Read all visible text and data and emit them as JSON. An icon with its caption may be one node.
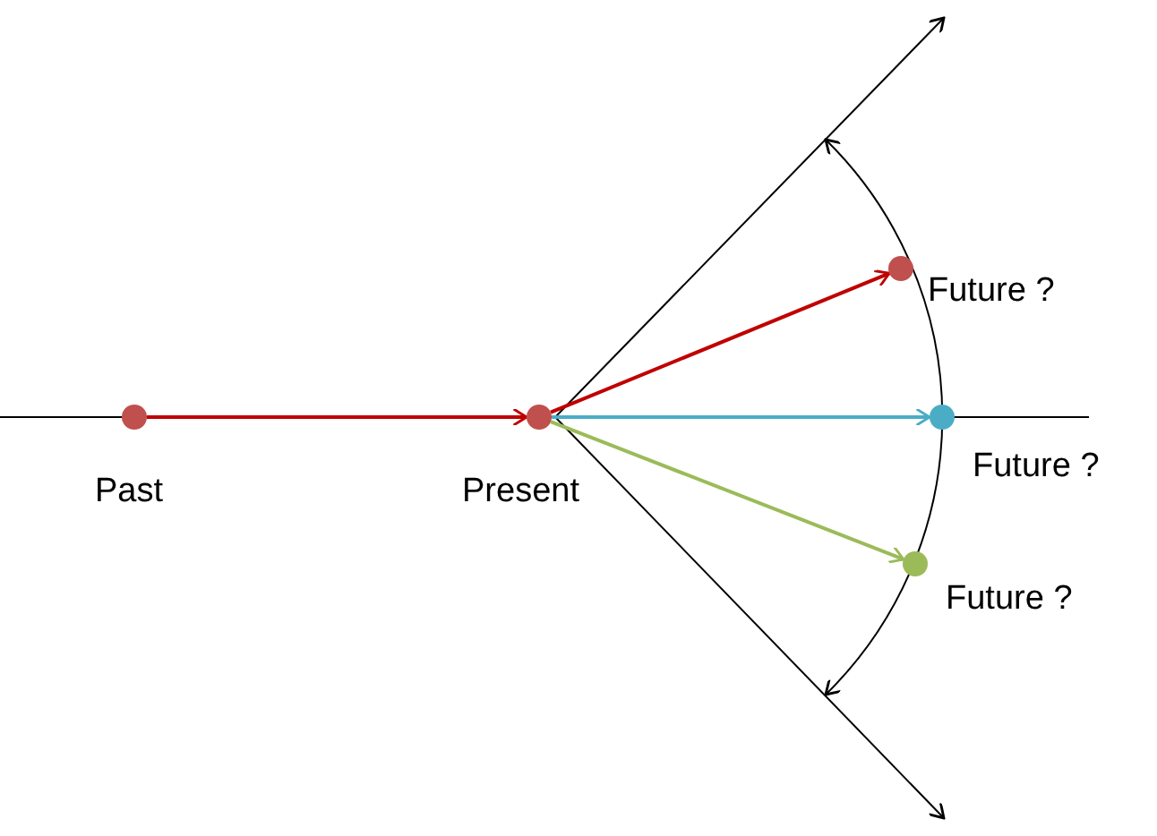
{
  "diagram": {
    "nodes": [
      {
        "text": [],
        "shape": "circle",
        "beside": [
          "Past"
        ]
      },
      {
        "text": [],
        "shape": "circle",
        "beside": [
          "Present"
        ]
      },
      {
        "text": [],
        "shape": "circle",
        "beside": [
          "Future ?"
        ]
      },
      {
        "text": [],
        "shape": "circle",
        "beside": [
          "Future ?"
        ]
      },
      {
        "text": [],
        "shape": "circle",
        "beside": [
          "Future ?"
        ]
      }
    ],
    "edges": [
      {
        "from": 0,
        "to": 1,
        "arrow": "to"
      },
      {
        "from": 1,
        "to": 2,
        "arrow": "to"
      },
      {
        "from": 1,
        "to": 3,
        "arrow": "to",
        "color": "#4bacc6"
      },
      {
        "from": 1,
        "to": 4,
        "arrow": "to",
        "color": "#9bbb59"
      }
    ]
  }
}
